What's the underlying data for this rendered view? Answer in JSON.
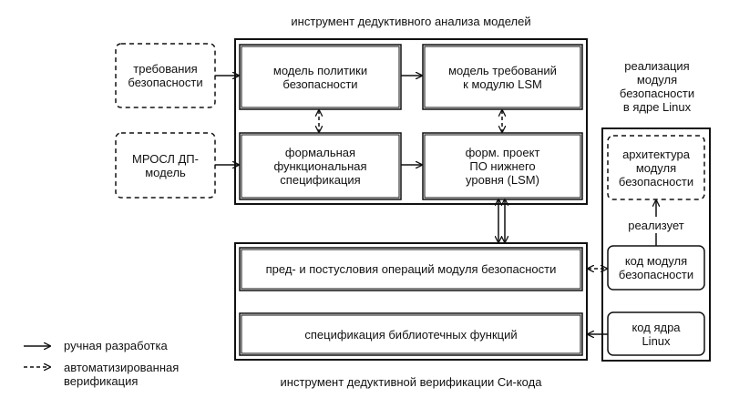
{
  "title_top": "инструмент дедуктивного анализа моделей",
  "title_bottom": "инструмент дедуктивной верификации Си-кода",
  "linux_group_label": "реализация\nмодуля\nбезопасности\nв ядре Linux",
  "inputs": {
    "security_requirements": "требования\nбезопасности",
    "mrosl_model": "МРОСЛ ДП-\nмодель"
  },
  "model_boxes": {
    "security_policy_model": "модель политики\nбезопасности",
    "lsm_requirements_model": "модель требований\nк модулю LSM",
    "formal_functional_spec": "формальная\nфункциональная\nспецификация",
    "formal_low_level_design": "форм. проект\nПО нижнего\nуровня (LSM)"
  },
  "code_boxes": {
    "pre_post_conditions": "пред- и постусловия операций модуля безопасности",
    "library_function_spec": "спецификация библиотечных функций"
  },
  "linux_boxes": {
    "module_architecture": "архитектура\nмодуля\nбезопасности",
    "implements_label": "реализует",
    "module_code": "код модуля\nбезопасности",
    "kernel_code": "код ядра\nLinux"
  },
  "legend": {
    "manual": "ручная разработка",
    "automated": "автоматизированная\nверификация"
  }
}
